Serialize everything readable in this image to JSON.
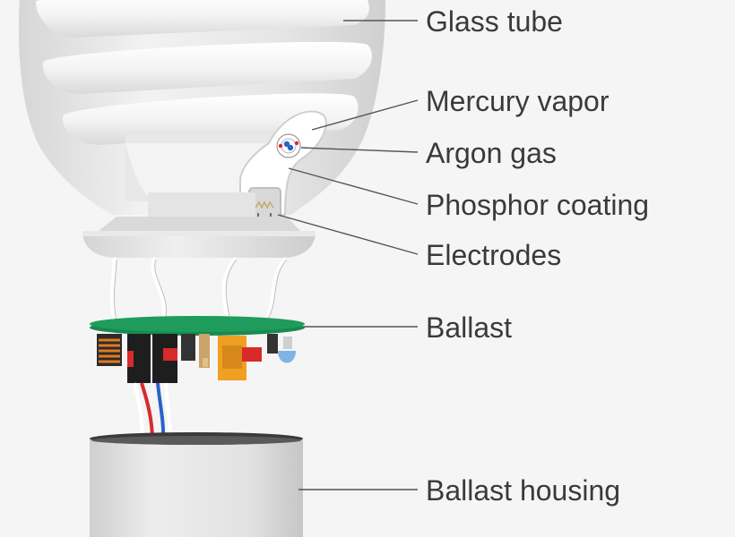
{
  "labels": {
    "glass_tube": "Glass tube",
    "mercury_vapor": "Mercury vapor",
    "argon_gas": "Argon gas",
    "phosphor_coating": "Phosphor coating",
    "electrodes": "Electrodes",
    "ballast": "Ballast",
    "ballast_housing": "Ballast housing"
  },
  "colors": {
    "background": "#f5f5f5",
    "glass": "#ececec",
    "circuit_board": "#1f9c5c",
    "label_text": "#3a3a3a",
    "leader_line": "#555555",
    "component_red": "#d92a2a",
    "component_orange": "#f0a020",
    "wire_blue": "#2a62c9"
  }
}
